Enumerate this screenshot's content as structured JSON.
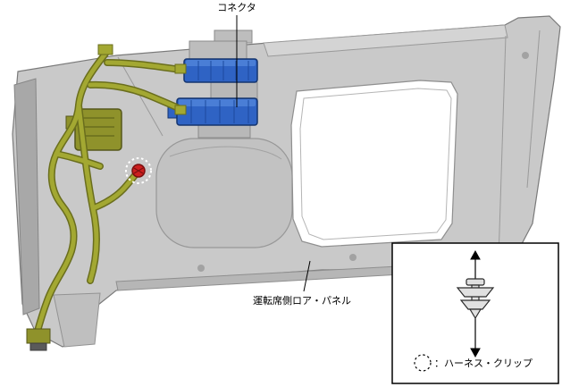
{
  "labels": {
    "connector": "コネクタ",
    "driver_lower_panel": "運転席側ロア・パネル"
  },
  "legend": {
    "clip_label": "：ハーネス・クリップ"
  },
  "icons": {
    "harness_clip_marker": "red-clip-in-dotted-circle",
    "legend_clip_symbol": "push-clip-with-vertical-double-arrow",
    "legend_dotted_circle": "dotted-circle"
  },
  "colors": {
    "background": "#ffffff",
    "panel_gray": "#c9c9c9",
    "panel_shade": "#b0b0b0",
    "panel_line": "#8a8a8a",
    "harness_yellow": "#a3a832",
    "harness_dark": "#6a6e1d",
    "connector_blue": "#2f63c4",
    "connector_blue_dark": "#14346e",
    "clip_red": "#cc1f1f",
    "line_black": "#000000"
  }
}
